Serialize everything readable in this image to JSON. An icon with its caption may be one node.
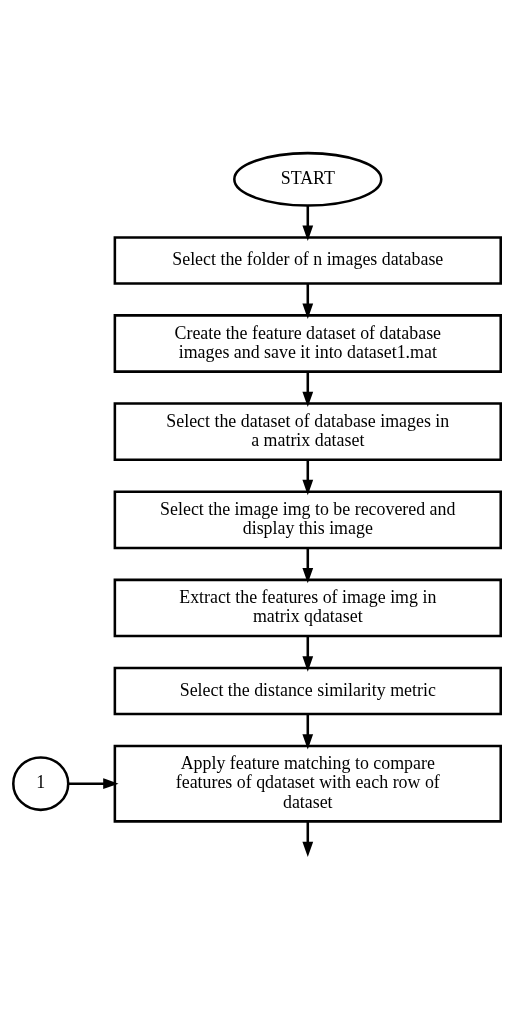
{
  "diagram": {
    "nodes": [
      {
        "text": [
          "START"
        ]
      },
      {
        "text": [
          "Select the folder of n images database"
        ]
      },
      {
        "text": [
          "Create the feature dataset of database images and save it into dataset1.mat"
        ]
      },
      {
        "text": [
          "Select the dataset of database images in a matrix dataset"
        ]
      },
      {
        "text": [
          "Select the image img to be recovered and display this image"
        ]
      },
      {
        "text": [
          "Extract the features of image img in matrix qdataset"
        ]
      },
      {
        "text": [
          "Select the distance similarity metric"
        ]
      },
      {
        "text": [
          "1"
        ]
      },
      {
        "text": [
          "Apply feature matching to compare features of qdataset with each row of dataset"
        ]
      }
    ],
    "edges": [
      {
        "from": 0,
        "to": 1,
        "arrow": "to"
      },
      {
        "from": 1,
        "to": 2,
        "arrow": "to"
      },
      {
        "from": 2,
        "to": 3,
        "arrow": "to"
      },
      {
        "from": 3,
        "to": 4,
        "arrow": "to"
      },
      {
        "from": 4,
        "to": 5,
        "arrow": "to"
      },
      {
        "from": 5,
        "to": 6,
        "arrow": "to"
      },
      {
        "from": 6,
        "to": 8,
        "arrow": "to"
      },
      {
        "from": 7,
        "to": 8,
        "arrow": "to"
      },
      {
        "from": 8,
        "to": null,
        "arrow": "to"
      }
    ]
  }
}
